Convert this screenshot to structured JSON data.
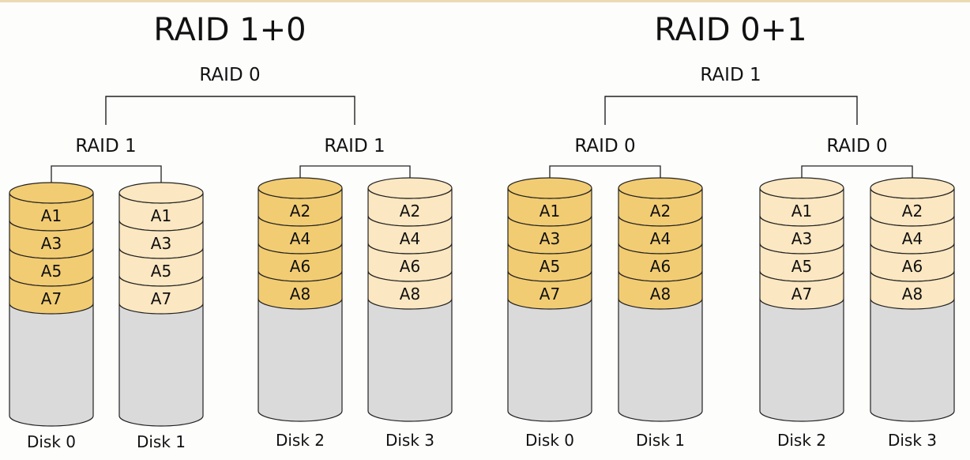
{
  "colors": {
    "strong": "#f2cc72",
    "light": "#fbe7c1",
    "empty": "#dadada",
    "stroke": "#222222"
  },
  "diagrams": [
    {
      "title": "RAID 1+0",
      "top_label": "RAID 0",
      "groups": [
        {
          "label": "RAID 1",
          "disks": [
            {
              "label": "Disk 0",
              "fill": "strong",
              "blocks": [
                "A1",
                "A3",
                "A5",
                "A7"
              ]
            },
            {
              "label": "Disk 1",
              "fill": "light",
              "blocks": [
                "A1",
                "A3",
                "A5",
                "A7"
              ]
            }
          ]
        },
        {
          "label": "RAID 1",
          "disks": [
            {
              "label": "Disk 2",
              "fill": "strong",
              "blocks": [
                "A2",
                "A4",
                "A6",
                "A8"
              ]
            },
            {
              "label": "Disk 3",
              "fill": "light",
              "blocks": [
                "A2",
                "A4",
                "A6",
                "A8"
              ]
            }
          ]
        }
      ]
    },
    {
      "title": "RAID 0+1",
      "top_label": "RAID 1",
      "groups": [
        {
          "label": "RAID 0",
          "disks": [
            {
              "label": "Disk 0",
              "fill": "strong",
              "blocks": [
                "A1",
                "A3",
                "A5",
                "A7"
              ]
            },
            {
              "label": "Disk 1",
              "fill": "strong",
              "blocks": [
                "A2",
                "A4",
                "A6",
                "A8"
              ]
            }
          ]
        },
        {
          "label": "RAID 0",
          "disks": [
            {
              "label": "Disk 2",
              "fill": "light",
              "blocks": [
                "A1",
                "A3",
                "A5",
                "A7"
              ]
            },
            {
              "label": "Disk 3",
              "fill": "light",
              "blocks": [
                "A2",
                "A4",
                "A6",
                "A8"
              ]
            }
          ]
        }
      ]
    }
  ]
}
